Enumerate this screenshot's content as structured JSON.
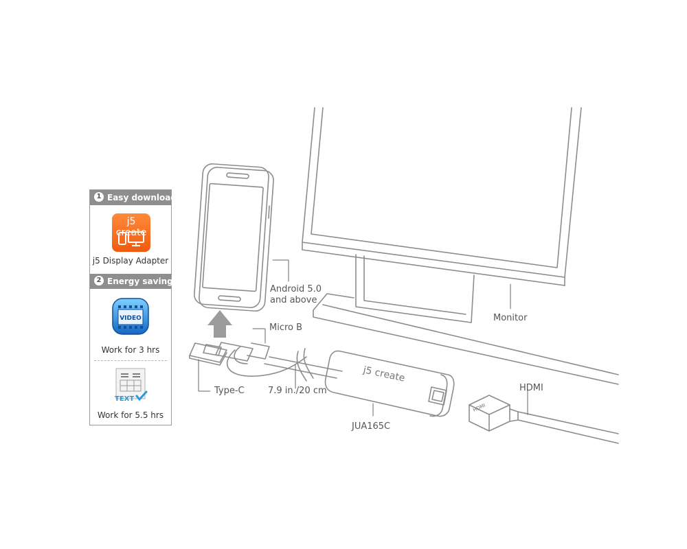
{
  "panel": {
    "section1": {
      "number": "1",
      "title": "Easy download",
      "app_brand": "j5 create",
      "caption": "j5 Display Adapter"
    },
    "section2": {
      "number": "2",
      "title": "Energy saving",
      "video_icon_text": "VIDEO",
      "video_caption": "Work for 3 hrs",
      "text_icon_text": "TEXT",
      "text_caption": "Work for 5.5 hrs"
    }
  },
  "labels": {
    "android_line1": "Android 5.0",
    "android_line2": "and above",
    "monitor": "Monitor",
    "micro_b": "Micro B",
    "type_c": "Type-C",
    "cable_length": "7.9 in./20 cm",
    "model": "JUA165C",
    "hdmi": "HDMI",
    "adapter_brand": "j5 create",
    "plug_text": "HDMI"
  },
  "colors": {
    "app_orange": "#f36a1e",
    "header_gray": "#8e8e8e",
    "arrow_gray": "#9b9b9b",
    "line_gray": "#8c8c8c",
    "video_blue": "#1f7fd6",
    "text_blue": "#2a9ad6"
  }
}
